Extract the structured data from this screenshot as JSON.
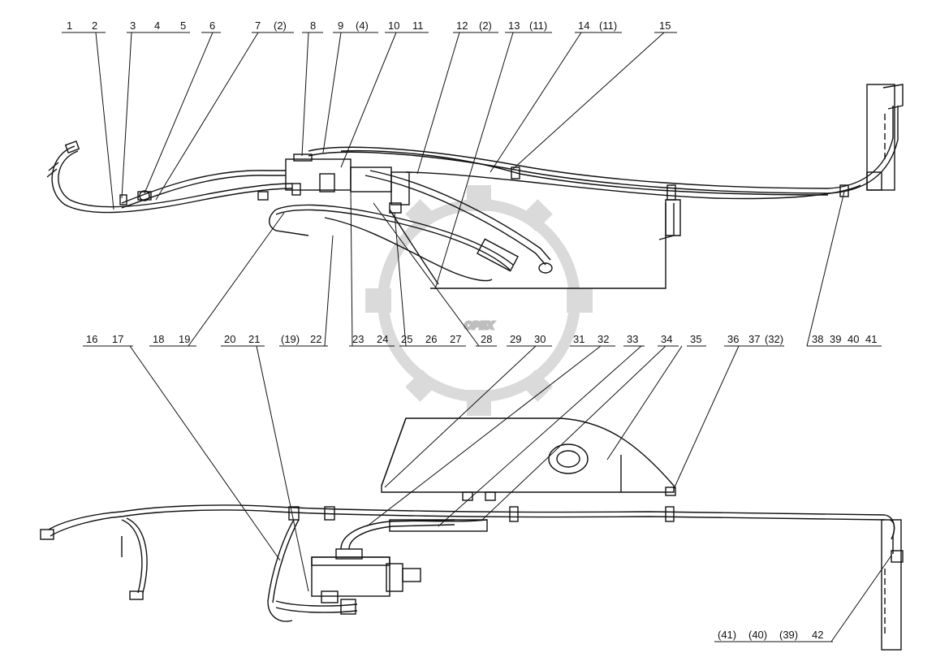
{
  "watermark": {
    "text": "OPEX",
    "color": "#cfcfcf"
  },
  "colors": {
    "ink": "#111111",
    "paper": "#ffffff"
  },
  "top_labels": [
    [
      "1",
      "2"
    ],
    [
      "3",
      "4",
      "5"
    ],
    [
      "6"
    ],
    [
      "7",
      "(2)"
    ],
    [
      "8"
    ],
    [
      "9",
      "(4)"
    ],
    [
      "10",
      "11"
    ],
    [
      "12",
      "(2)"
    ],
    [
      "13",
      "(11)"
    ],
    [
      "14",
      "(11)"
    ],
    [
      "15"
    ]
  ],
  "mid_labels": [
    [
      "16",
      "17"
    ],
    [
      "18",
      "19"
    ],
    [
      "20",
      "21"
    ],
    [
      "(19)",
      "22"
    ],
    [
      "23",
      "24"
    ],
    [
      "25",
      "26",
      "27"
    ],
    [
      "28"
    ],
    [
      "29",
      "30"
    ],
    [
      "31",
      "32"
    ],
    [
      "33"
    ],
    [
      "34"
    ],
    [
      "35"
    ],
    [
      "36",
      "37",
      "(32)"
    ],
    [
      "38",
      "39",
      "40",
      "41"
    ]
  ],
  "bottom_labels": [
    [
      "(41)",
      "(40)",
      "(39)",
      "42"
    ]
  ]
}
